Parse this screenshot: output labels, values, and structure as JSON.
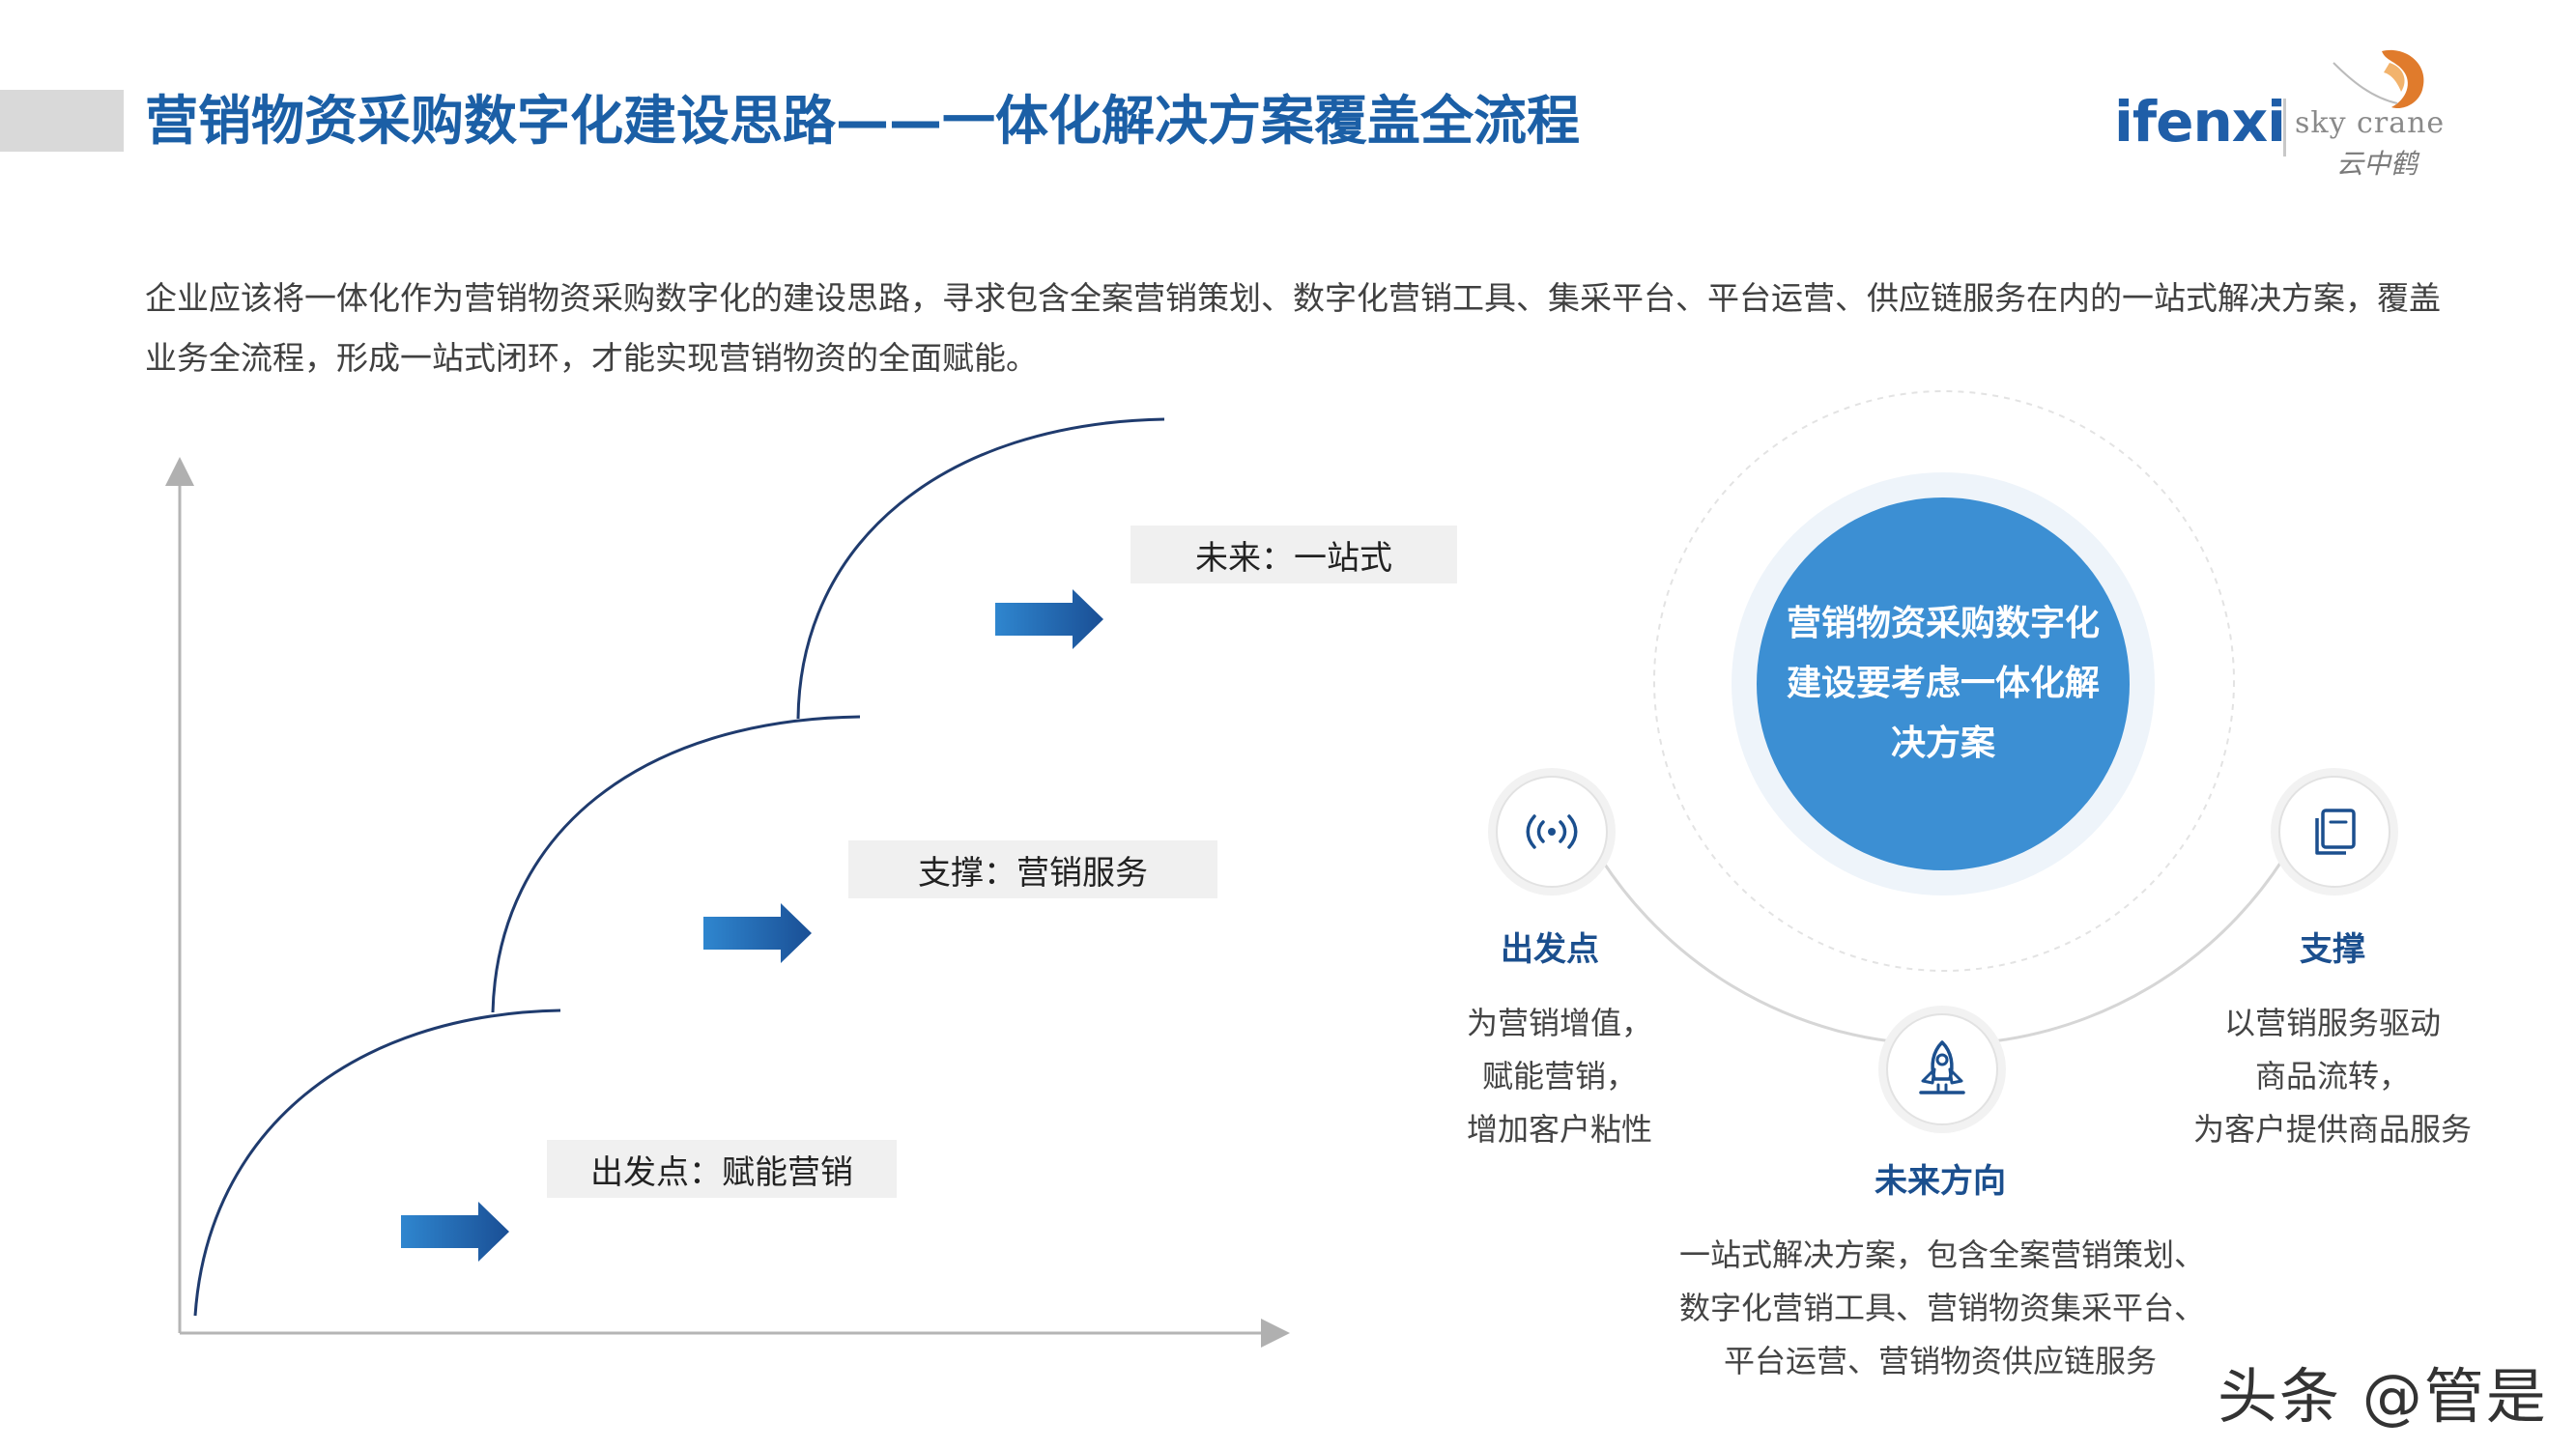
{
  "header": {
    "title": "营销物资采购数字化建设思路——一体化解决方案覆盖全流程",
    "logo_text": "ifenxi",
    "partner_logo_text": "sky crane",
    "partner_logo_cn": "云中鹤"
  },
  "intro": {
    "text": "企业应该将一体化作为营销物资采购数字化的建设思路，寻求包含全案营销策划、数字化营销工具、集采平台、平台运营、供应链服务在内的一站式解决方案，覆盖业务全流程，形成一站式闭环，才能实现营销物资的全面赋能。"
  },
  "stages": [
    {
      "label": "出发点：赋能营销"
    },
    {
      "label": "支撑：营销服务"
    },
    {
      "label": "未来：一站式"
    }
  ],
  "diagram": {
    "center": "营销物资采购数字化建设要考虑一体化解决方案",
    "nodes": {
      "start": {
        "icon": "signal-broadcast-icon",
        "title": "出发点",
        "lines": [
          "为营销增值，",
          "赋能营销，",
          "增加客户粘性"
        ]
      },
      "future": {
        "icon": "rocket-icon",
        "title": "未来方向",
        "lines": [
          "一站式解决方案，包含全案营销策划、",
          "数字化营销工具、营销物资集采平台、",
          "平台运营、营销物资供应链服务"
        ]
      },
      "support": {
        "icon": "stacked-pages-icon",
        "title": "支撑",
        "lines": [
          "以营销服务驱动",
          "商品流转，",
          "为客户提供商品服务"
        ]
      }
    }
  },
  "colors": {
    "title_blue": "#1b5fa6",
    "center_blue": "#3c8fd3",
    "curve_navy": "#1f3b6e",
    "node_title": "#1b4f8e"
  },
  "watermark": "头条 @管是"
}
